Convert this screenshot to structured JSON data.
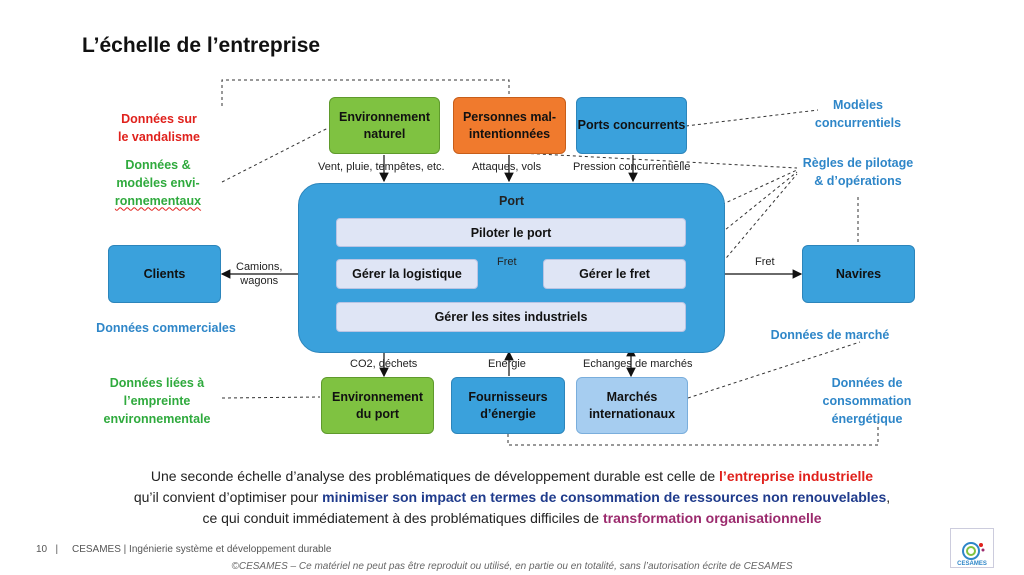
{
  "title": "L’échelle de l’entreprise",
  "boxes": {
    "env_naturel": "Environnement naturel",
    "personnes": "Personnes mal-intentionnées",
    "ports_concurrents": "Ports concurrents",
    "clients": "Clients",
    "navires": "Navires",
    "env_port": "Environnement du port",
    "fournisseurs": "Fournisseurs d’énergie",
    "marches": "Marchés internationaux"
  },
  "port": {
    "title": "Port",
    "piloter": "Piloter le port",
    "logistique": "Gérer la logistique",
    "fret": "Gérer le fret",
    "sites": "Gérer les sites industriels"
  },
  "labels": {
    "vent": "Vent, pluie, tempêtes, etc.",
    "attaques": "Attaques, vols",
    "pression": "Pression concurrentielle",
    "camions": "Camions,",
    "wagons": "wagons",
    "fret_inner": "Fret",
    "fret_outer": "Fret",
    "co2": "CO2, déchets",
    "energie": "Energie",
    "echanges": "Echanges de marchés"
  },
  "side": {
    "vandalisme_1": "Données sur",
    "vandalisme_2": "le vandalisme",
    "env_1": "Données &",
    "env_2": "modèles envi-",
    "env_3": "ronnementaux",
    "commerciales": "Données commerciales",
    "empreinte_1": "Données liées à",
    "empreinte_2": "l’empreinte",
    "empreinte_3": "environnementale",
    "modeles_1": "Modèles",
    "modeles_2": "concurrentiels",
    "regles_1": "Règles de pilotage",
    "regles_2": "& d’opérations",
    "marche": "Données de marché",
    "conso_1": "Données de",
    "conso_2": "consommation",
    "conso_3": "énergétique"
  },
  "bottom": {
    "l1a": "Une seconde échelle d’analyse des problématiques de développement durable est celle de ",
    "l1b": "l’entreprise industrielle",
    "l2a": "qu’il convient d’optimiser pour ",
    "l2b": "minimiser son impact en termes de consommation de ressources non renouvelables",
    "l2c": ",",
    "l3a": "ce qui conduit immédiatement à des problématiques difficiles de ",
    "l3b": "transformation organisationnelle"
  },
  "footer": {
    "page": "10",
    "sep": "|",
    "text": "CESAMES | Ingénierie système et développement durable",
    "copyright": "©CESAMES – Ce matériel ne peut pas être reproduit ou utilisé, en partie ou en totalité, sans l’autorisation écrite de CESAMES",
    "logo": "CESAMES"
  },
  "colors": {
    "green": "#7fc241",
    "orange": "#f07a2d",
    "blue": "#3aa1dc",
    "lightblue": "#a6cdf0",
    "red_text": "#e0211c",
    "green_text": "#2faa3d",
    "blue_text": "#2e86c8"
  }
}
